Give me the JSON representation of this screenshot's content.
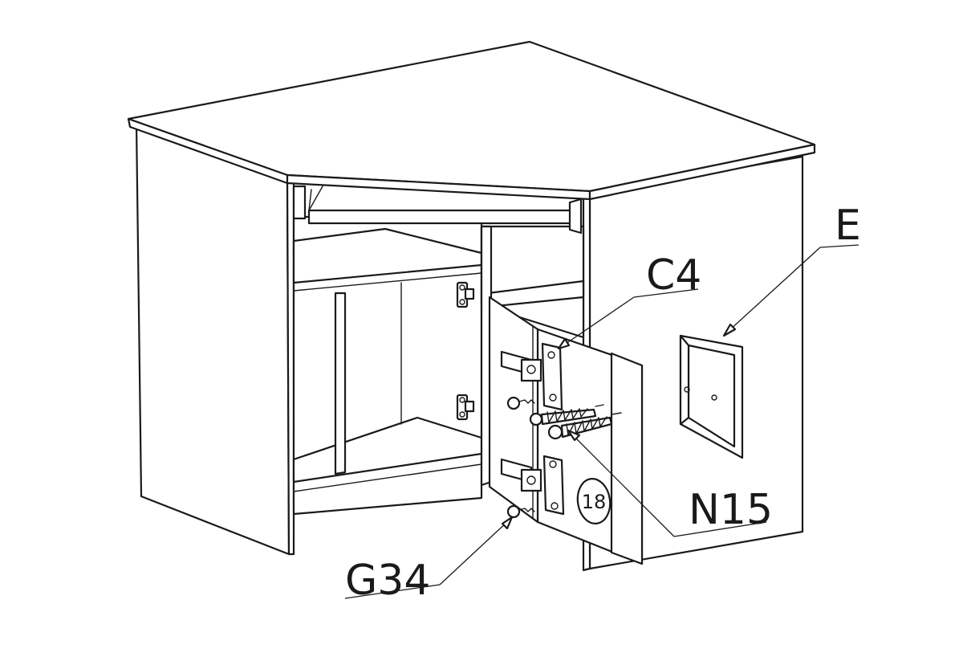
{
  "labels": {
    "e": "E",
    "c4": "C4",
    "n15": "N15",
    "g34": "G34"
  },
  "door_number": "18",
  "colors": {
    "line": "#1a1a1a",
    "background": "#ffffff"
  }
}
